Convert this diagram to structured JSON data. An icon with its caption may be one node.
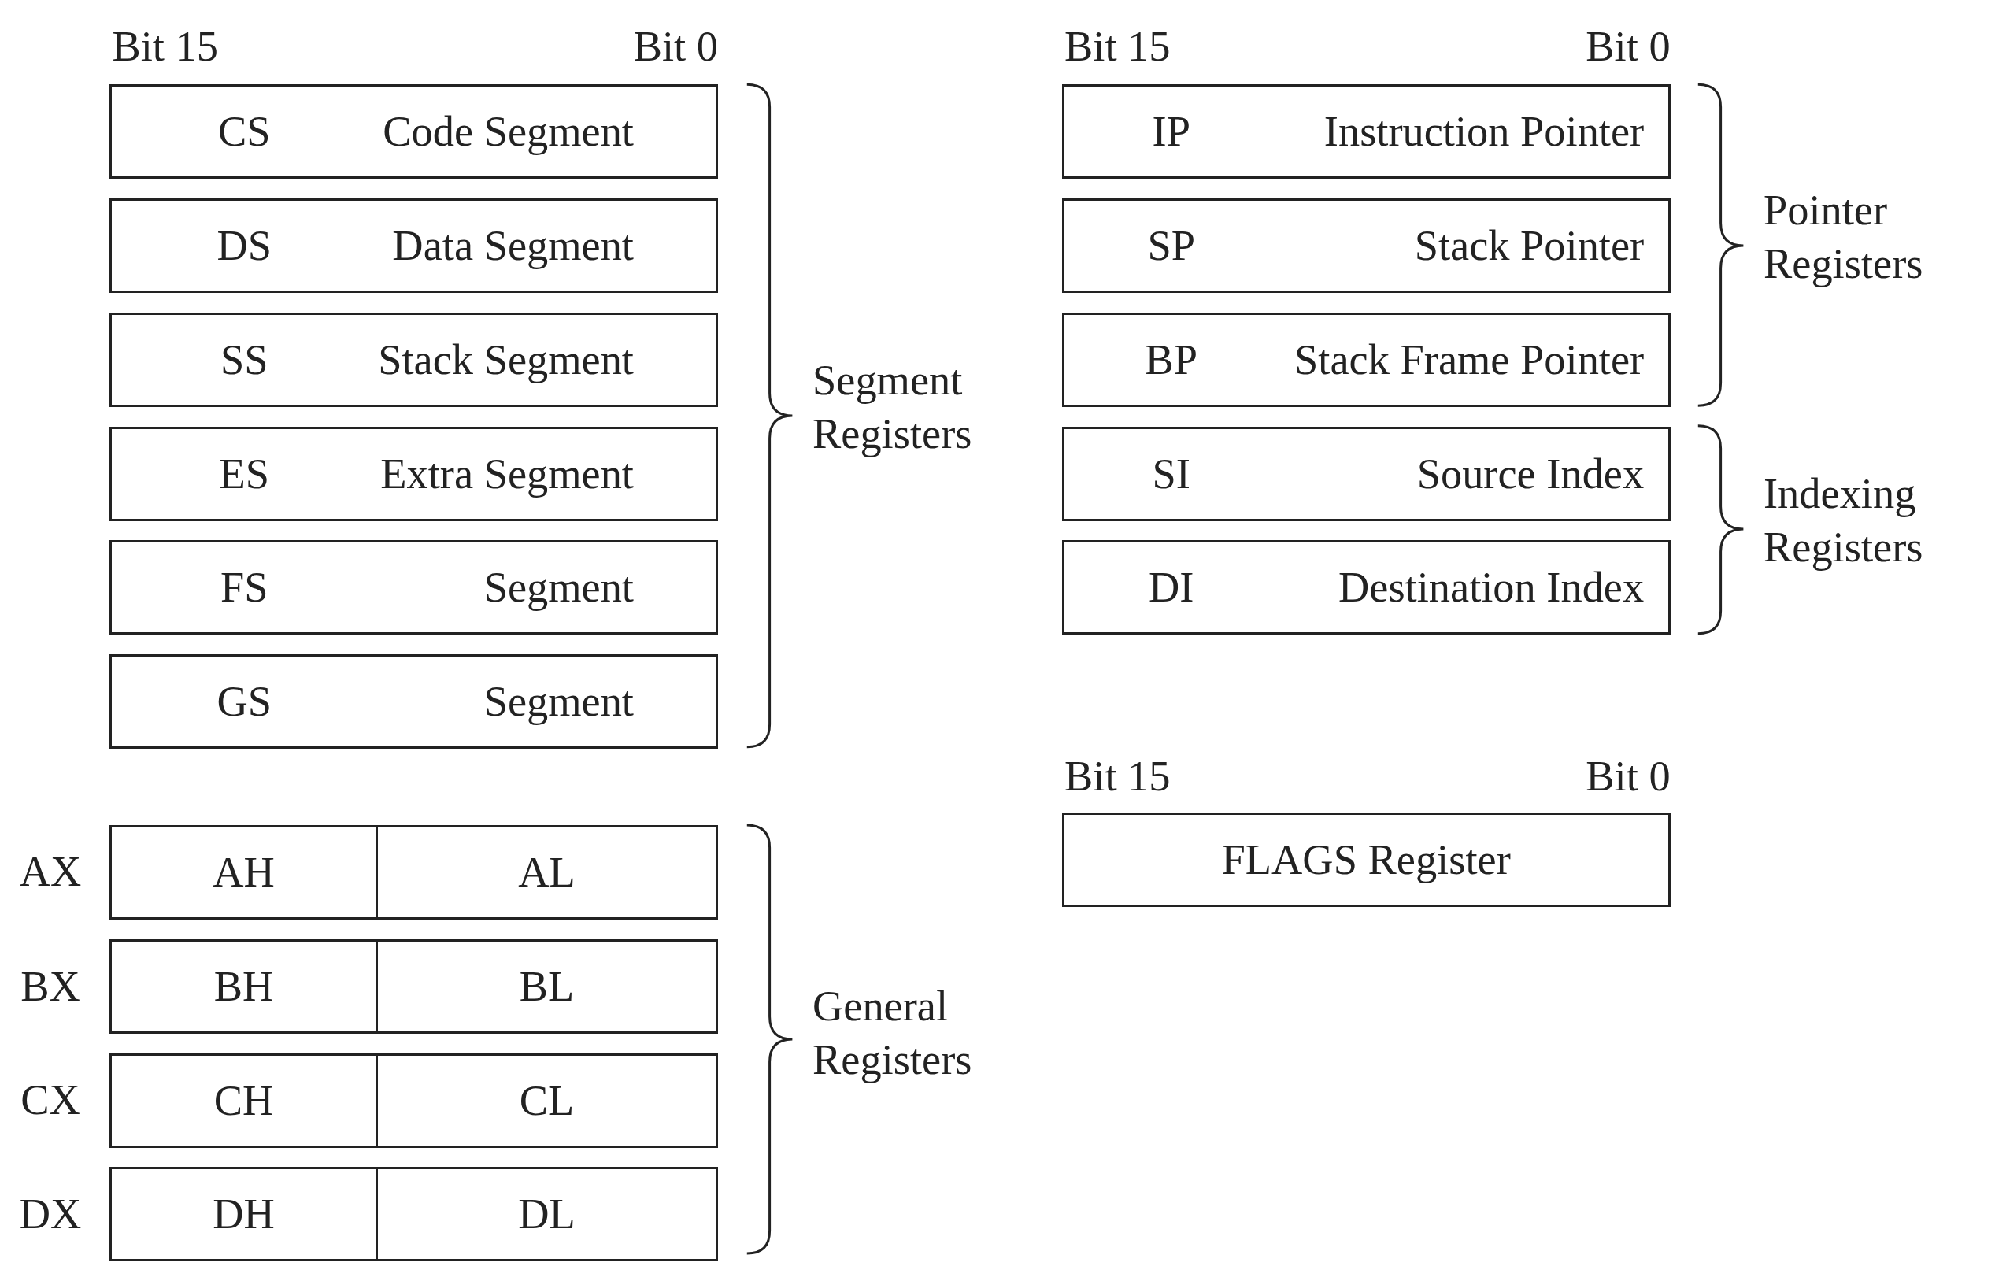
{
  "diagram": {
    "nodes": [
      {
        "text": [
          "CS",
          "Code Segment"
        ]
      },
      {
        "text": [
          "DS",
          "Data Segment"
        ]
      },
      {
        "text": [
          "SS",
          "Stack Segment"
        ]
      },
      {
        "text": [
          "ES",
          "Extra Segment"
        ]
      },
      {
        "text": [
          "FS",
          "Segment"
        ]
      },
      {
        "text": [
          "GS",
          "Segment"
        ]
      },
      {
        "text": [
          "IP",
          "Instruction Pointer"
        ]
      },
      {
        "text": [
          "SP",
          "Stack Pointer"
        ]
      },
      {
        "text": [
          "BP",
          "Stack Frame Pointer"
        ]
      },
      {
        "text": [
          "SI",
          "Source Index"
        ]
      },
      {
        "text": [
          "DI",
          "Destination Index"
        ]
      },
      {
        "text": [
          "FLAGS Register"
        ]
      },
      {
        "text": [
          "AH"
        ]
      },
      {
        "text": [
          "AL"
        ]
      },
      {
        "text": [
          "BH"
        ]
      },
      {
        "text": [
          "BL"
        ]
      },
      {
        "text": [
          "CH"
        ]
      },
      {
        "text": [
          "CL"
        ]
      },
      {
        "text": [
          "DH"
        ]
      },
      {
        "text": [
          "DL"
        ]
      }
    ],
    "labels": [
      "Bit 15",
      "Bit 0",
      "Bit 15",
      "Bit 0",
      "Pointer Registers",
      "Segment Registers",
      "Indexing Registers",
      "Bit 15",
      "Bit 0",
      "AX",
      "General Registers",
      "BX",
      "CX",
      "DX"
    ]
  }
}
